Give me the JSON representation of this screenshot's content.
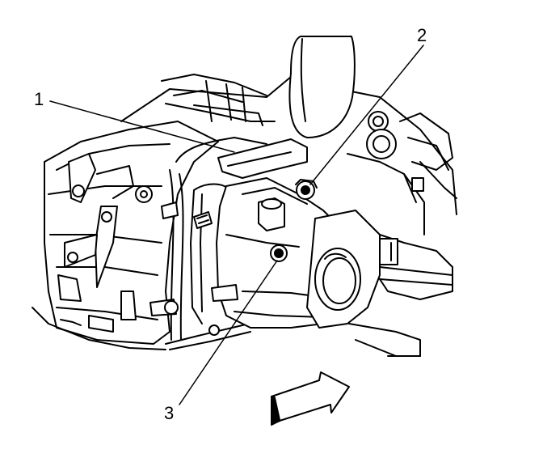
{
  "callouts": [
    {
      "id": "1",
      "label": "1"
    },
    {
      "id": "2",
      "label": "2"
    },
    {
      "id": "3",
      "label": "3"
    }
  ],
  "illustration": {
    "subject": "transmission-housing-line-drawing",
    "line_color": "#000000",
    "background_color": "#ffffff"
  }
}
